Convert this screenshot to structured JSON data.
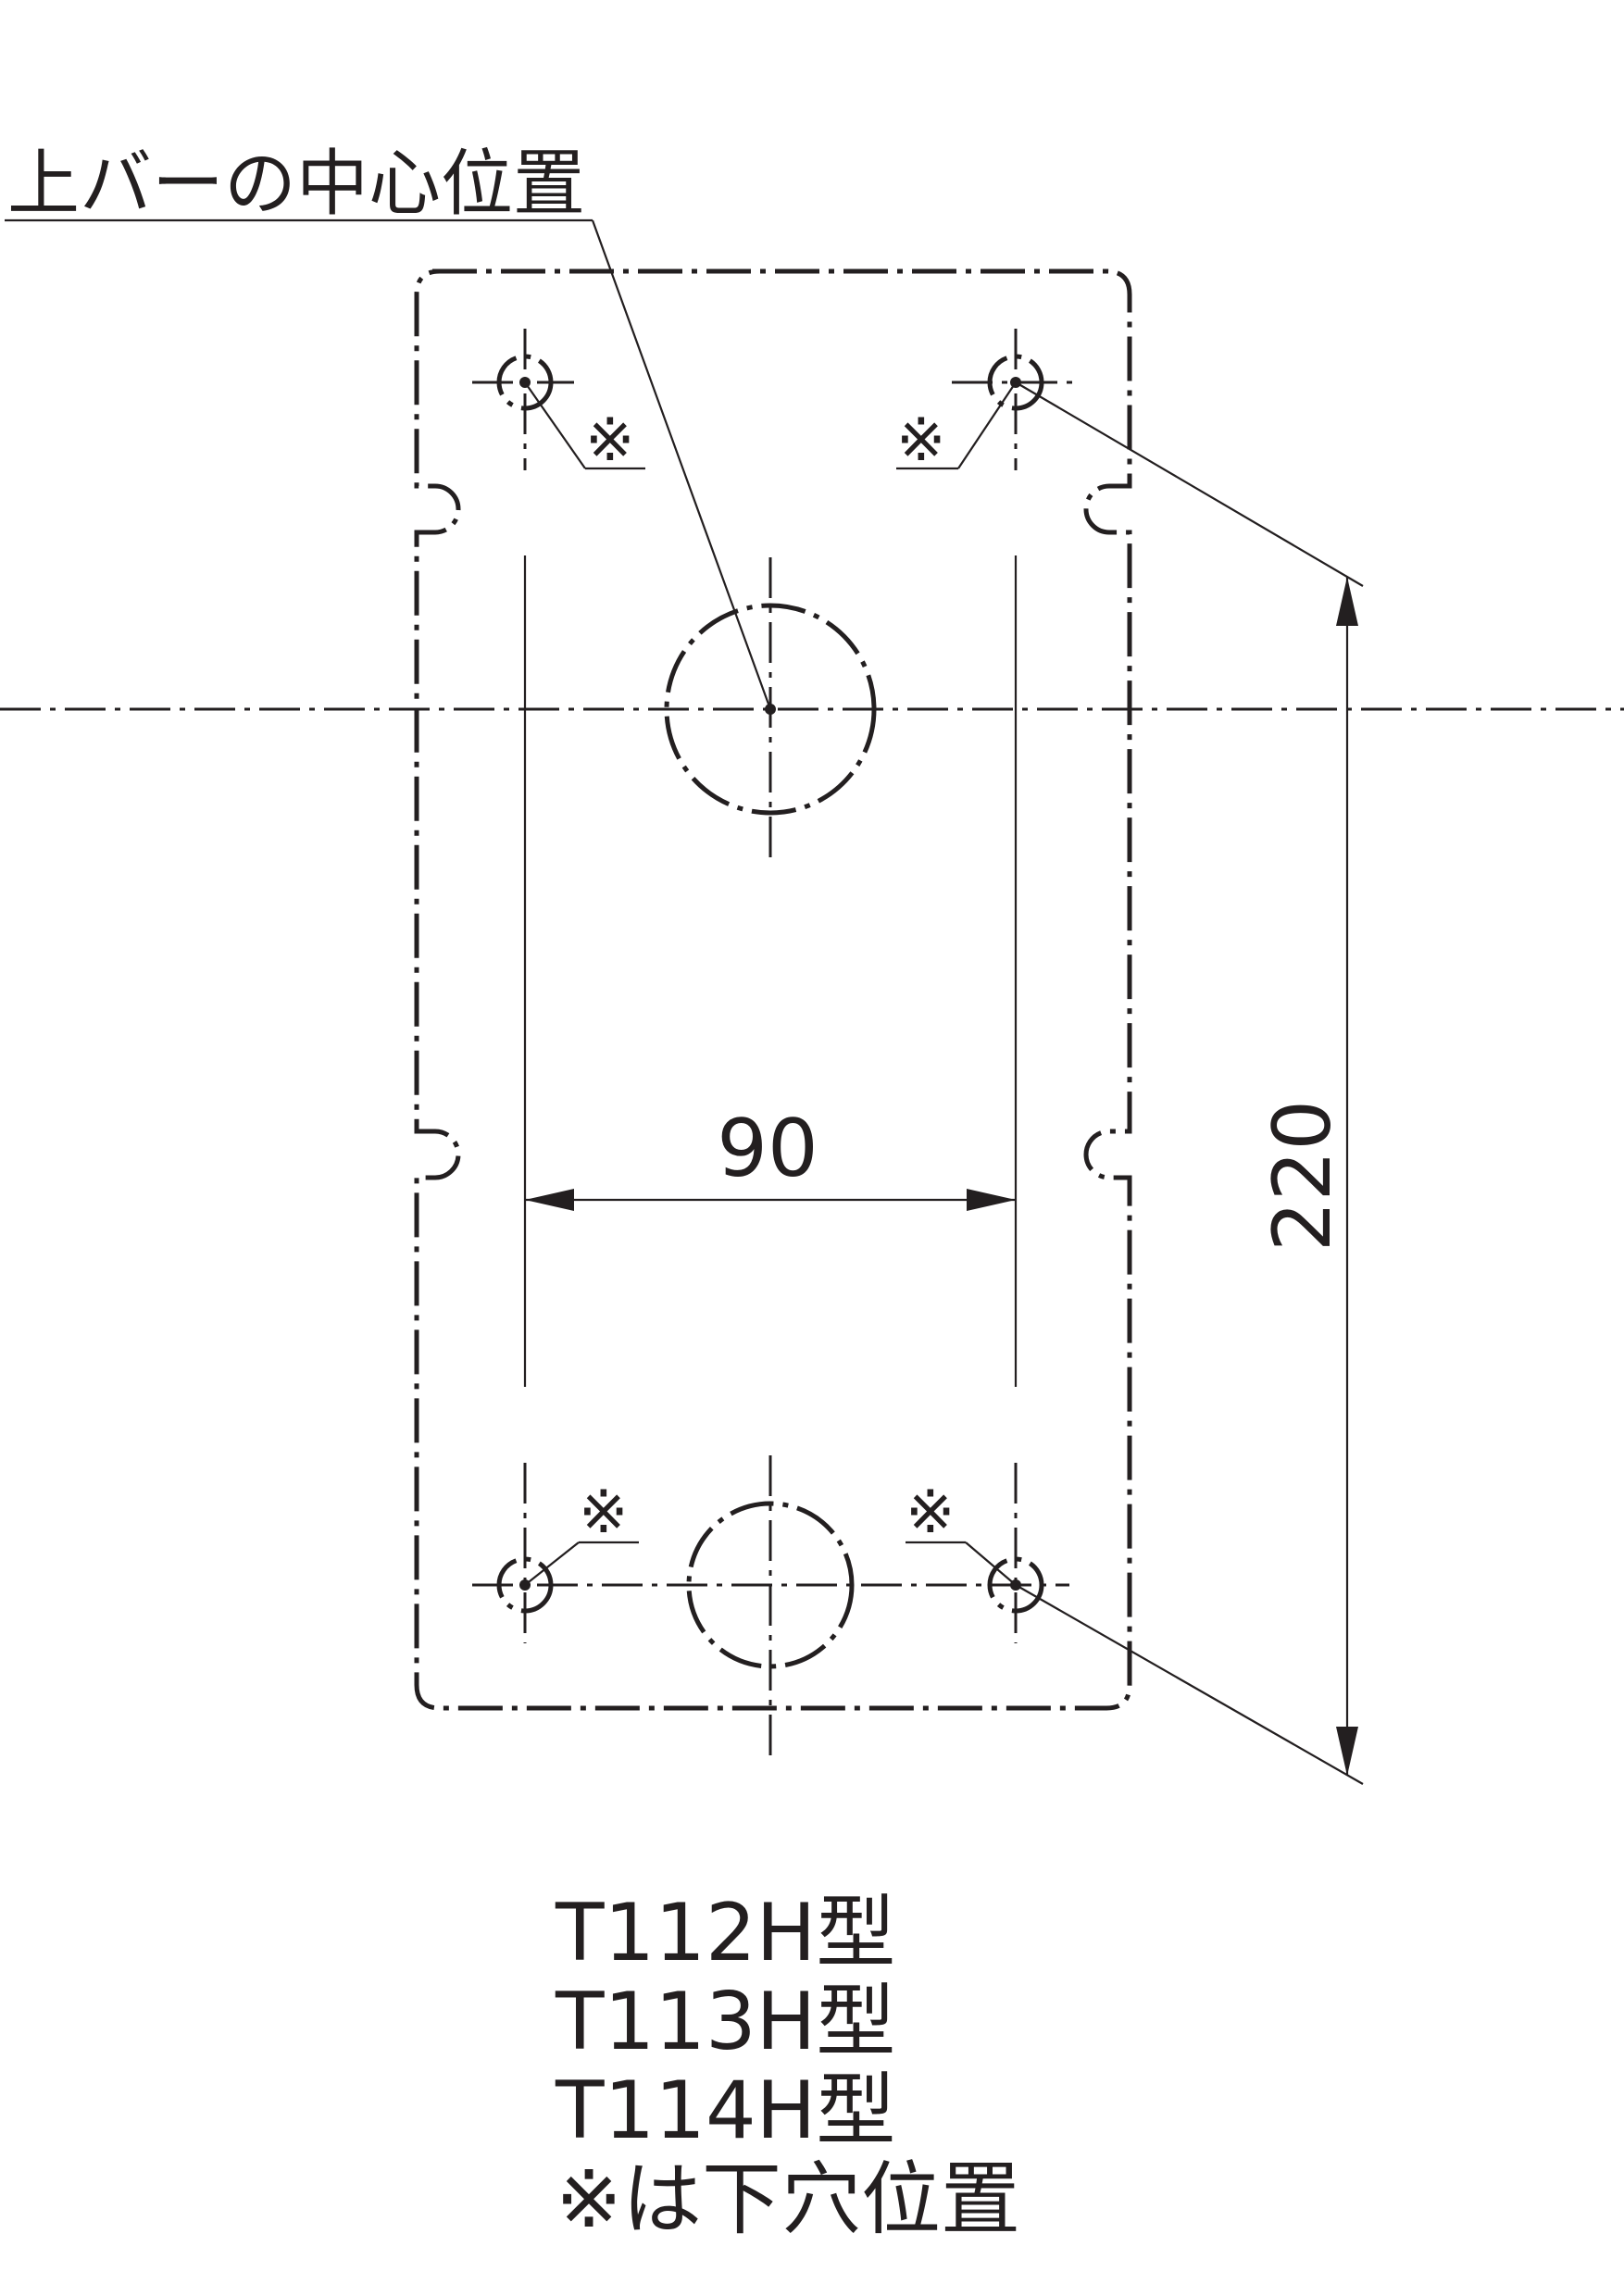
{
  "callout": {
    "label": "上バーの中心位置"
  },
  "dimensions": {
    "horizontal": "90",
    "vertical": "220"
  },
  "marks": {
    "top_left": "※",
    "top_right": "※",
    "bottom_left": "※",
    "bottom_right": "※"
  },
  "caption": {
    "models": [
      "T112H型",
      "T113H型",
      "T114H型"
    ],
    "note": "※は下穴位置"
  }
}
